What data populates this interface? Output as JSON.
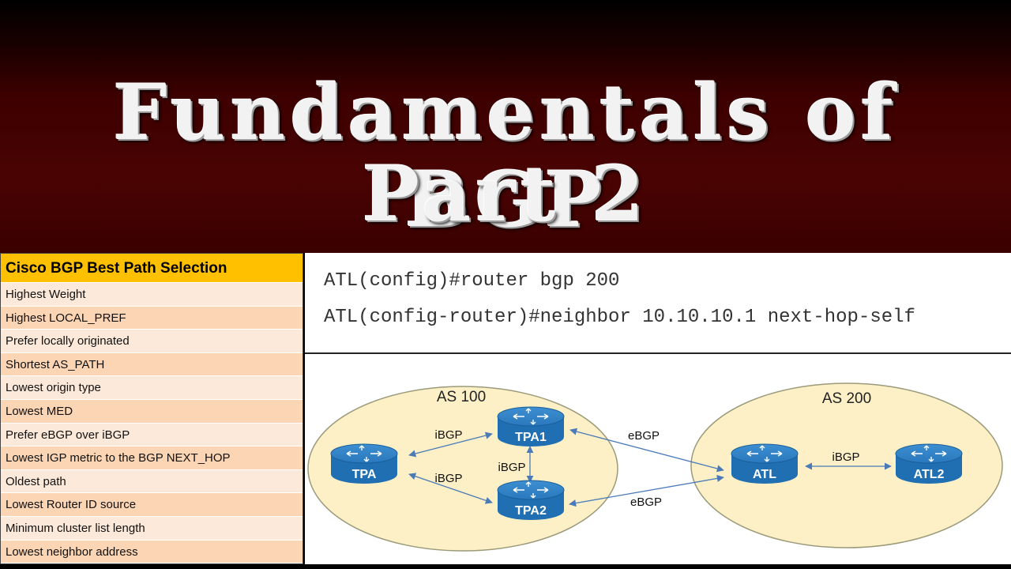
{
  "banner": {
    "title_line1": "Fundamentals of BGP",
    "title_line2": "Part 2"
  },
  "best_path_table": {
    "header": "Cisco BGP Best Path Selection",
    "rows": [
      "Highest Weight",
      "Highest LOCAL_PREF",
      "Prefer locally originated",
      "Shortest AS_PATH",
      "Lowest origin type",
      "Lowest MED",
      "Prefer eBGP over iBGP",
      "Lowest IGP metric to the BGP NEXT_HOP",
      "Oldest path",
      "Lowest Router ID source",
      "Minimum cluster list length",
      "Lowest neighbor address"
    ],
    "header_color": "#ffc000",
    "row_colors": [
      "#fde9d9",
      "#fcd5b4"
    ]
  },
  "commands": {
    "line1": "ATL(config)#router bgp 200",
    "line2": "ATL(config-router)#neighbor 10.10.10.1 next-hop-self"
  },
  "topology": {
    "as_left": "AS 100",
    "as_right": "AS 200",
    "routers": {
      "tpa": "TPA",
      "tpa1": "TPA1",
      "tpa2": "TPA2",
      "atl": "ATL",
      "atl2": "ATL2"
    },
    "links": {
      "tpa_tpa1": "iBGP",
      "tpa_tpa2": "iBGP",
      "tpa1_tpa2": "iBGP",
      "tpa1_atl": "eBGP",
      "tpa2_atl": "eBGP",
      "atl_atl2": "iBGP"
    },
    "colors": {
      "as_fill": "#fdf0c6",
      "router": "#1f6fb2",
      "link": "#4a7ab8"
    }
  }
}
